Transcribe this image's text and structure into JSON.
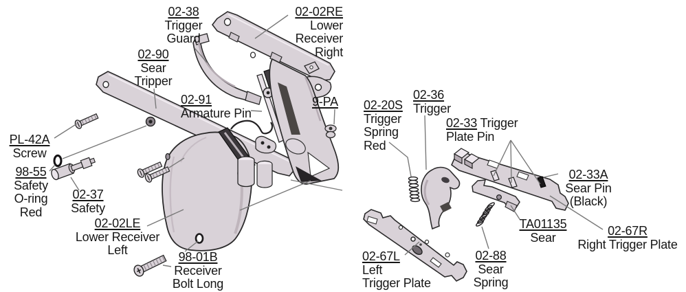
{
  "diagram": {
    "title": "Lower receiver exploded parts diagram",
    "background": "#ffffff",
    "colors": {
      "part_fill": "#d9d2d8",
      "part_shade": "#b5abb3",
      "part_dark": "#262326",
      "outline": "#2b2a2b",
      "leader_line": "#7a7a7a",
      "text": "#161616"
    },
    "labels": [
      {
        "id": "trigger-guard",
        "pn": "02-38",
        "lines": [
          "Trigger",
          "Guard"
        ]
      },
      {
        "id": "lower-receiver-right",
        "pn": "02-02RE",
        "lines": [
          "Lower",
          "Receiver",
          "Right"
        ]
      },
      {
        "id": "sear-tripper",
        "pn": "02-90",
        "lines": [
          "Sear",
          "Tripper"
        ]
      },
      {
        "id": "armature-pin",
        "pn": "02-91",
        "lines": [
          "Armature Pin"
        ]
      },
      {
        "id": "nine-pa",
        "pn": "9-PA",
        "lines": []
      },
      {
        "id": "screw",
        "pn": "PL-42A",
        "lines": [
          "Screw"
        ]
      },
      {
        "id": "safety-o-ring",
        "pn": "98-55",
        "lines": [
          "Safety",
          "O-ring",
          "Red"
        ]
      },
      {
        "id": "safety",
        "pn": "02-37",
        "lines": [
          "Safety"
        ]
      },
      {
        "id": "lower-receiver-left",
        "pn": "02-02LE",
        "lines": [
          "Lower Receiver",
          "Left"
        ]
      },
      {
        "id": "receiver-bolt-long",
        "pn": "98-01B",
        "lines": [
          "Receiver",
          "Bolt Long"
        ]
      },
      {
        "id": "trigger-spring-red",
        "pn": "02-20S",
        "lines": [
          "Trigger",
          "Spring",
          "Red"
        ]
      },
      {
        "id": "trigger",
        "pn": "02-36",
        "lines": [
          "Trigger"
        ]
      },
      {
        "id": "trigger-plate-pin",
        "pn": "02-33",
        "pn_suffix": " Trigger",
        "lines": [
          "Plate Pin"
        ]
      },
      {
        "id": "sear-pin-black",
        "pn": "02-33A",
        "lines": [
          "Sear Pin",
          "(Black)"
        ]
      },
      {
        "id": "sear",
        "pn": "TA01135",
        "lines": [
          "Sear"
        ]
      },
      {
        "id": "right-trigger-plate",
        "pn": "02-67R",
        "lines": [
          "Right Trigger Plate"
        ]
      },
      {
        "id": "sear-spring",
        "pn": "02-88",
        "lines": [
          "Sear",
          "Spring"
        ]
      },
      {
        "id": "left-trigger-plate",
        "pn": "02-67L",
        "lines": [
          "Left",
          "Trigger Plate"
        ]
      }
    ]
  }
}
